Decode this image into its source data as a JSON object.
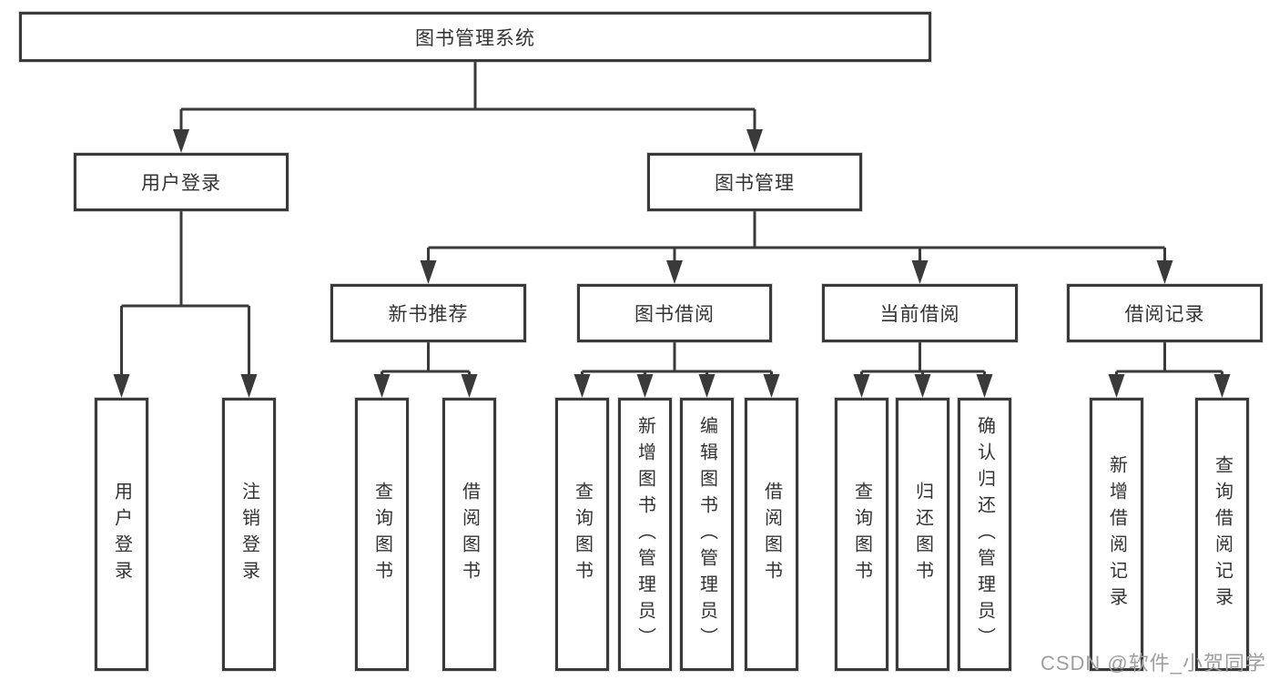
{
  "diagram": {
    "root": "图书管理系统",
    "branch_user": {
      "label": "用户登录",
      "children": [
        "用户登录",
        "注销登录"
      ]
    },
    "branch_book": {
      "label": "图书管理",
      "groups": [
        {
          "label": "新书推荐",
          "children": [
            "查询图书",
            "借阅图书"
          ]
        },
        {
          "label": "图书借阅",
          "children": [
            "查询图书",
            "新增图书（管理员）",
            "编辑图书（管理员）",
            "借阅图书"
          ]
        },
        {
          "label": "当前借阅",
          "children": [
            "查询图书",
            "归还图书",
            "确认归还（管理员）"
          ]
        },
        {
          "label": "借阅记录",
          "children": [
            "新增借阅记录",
            "查询借阅记录"
          ]
        }
      ]
    },
    "watermark": "CSDN @软件_小贺同学",
    "colors": {
      "line": "#3a3a3a",
      "text": "#333333",
      "watermark": "#9e9e9e",
      "background": "#ffffff"
    }
  }
}
